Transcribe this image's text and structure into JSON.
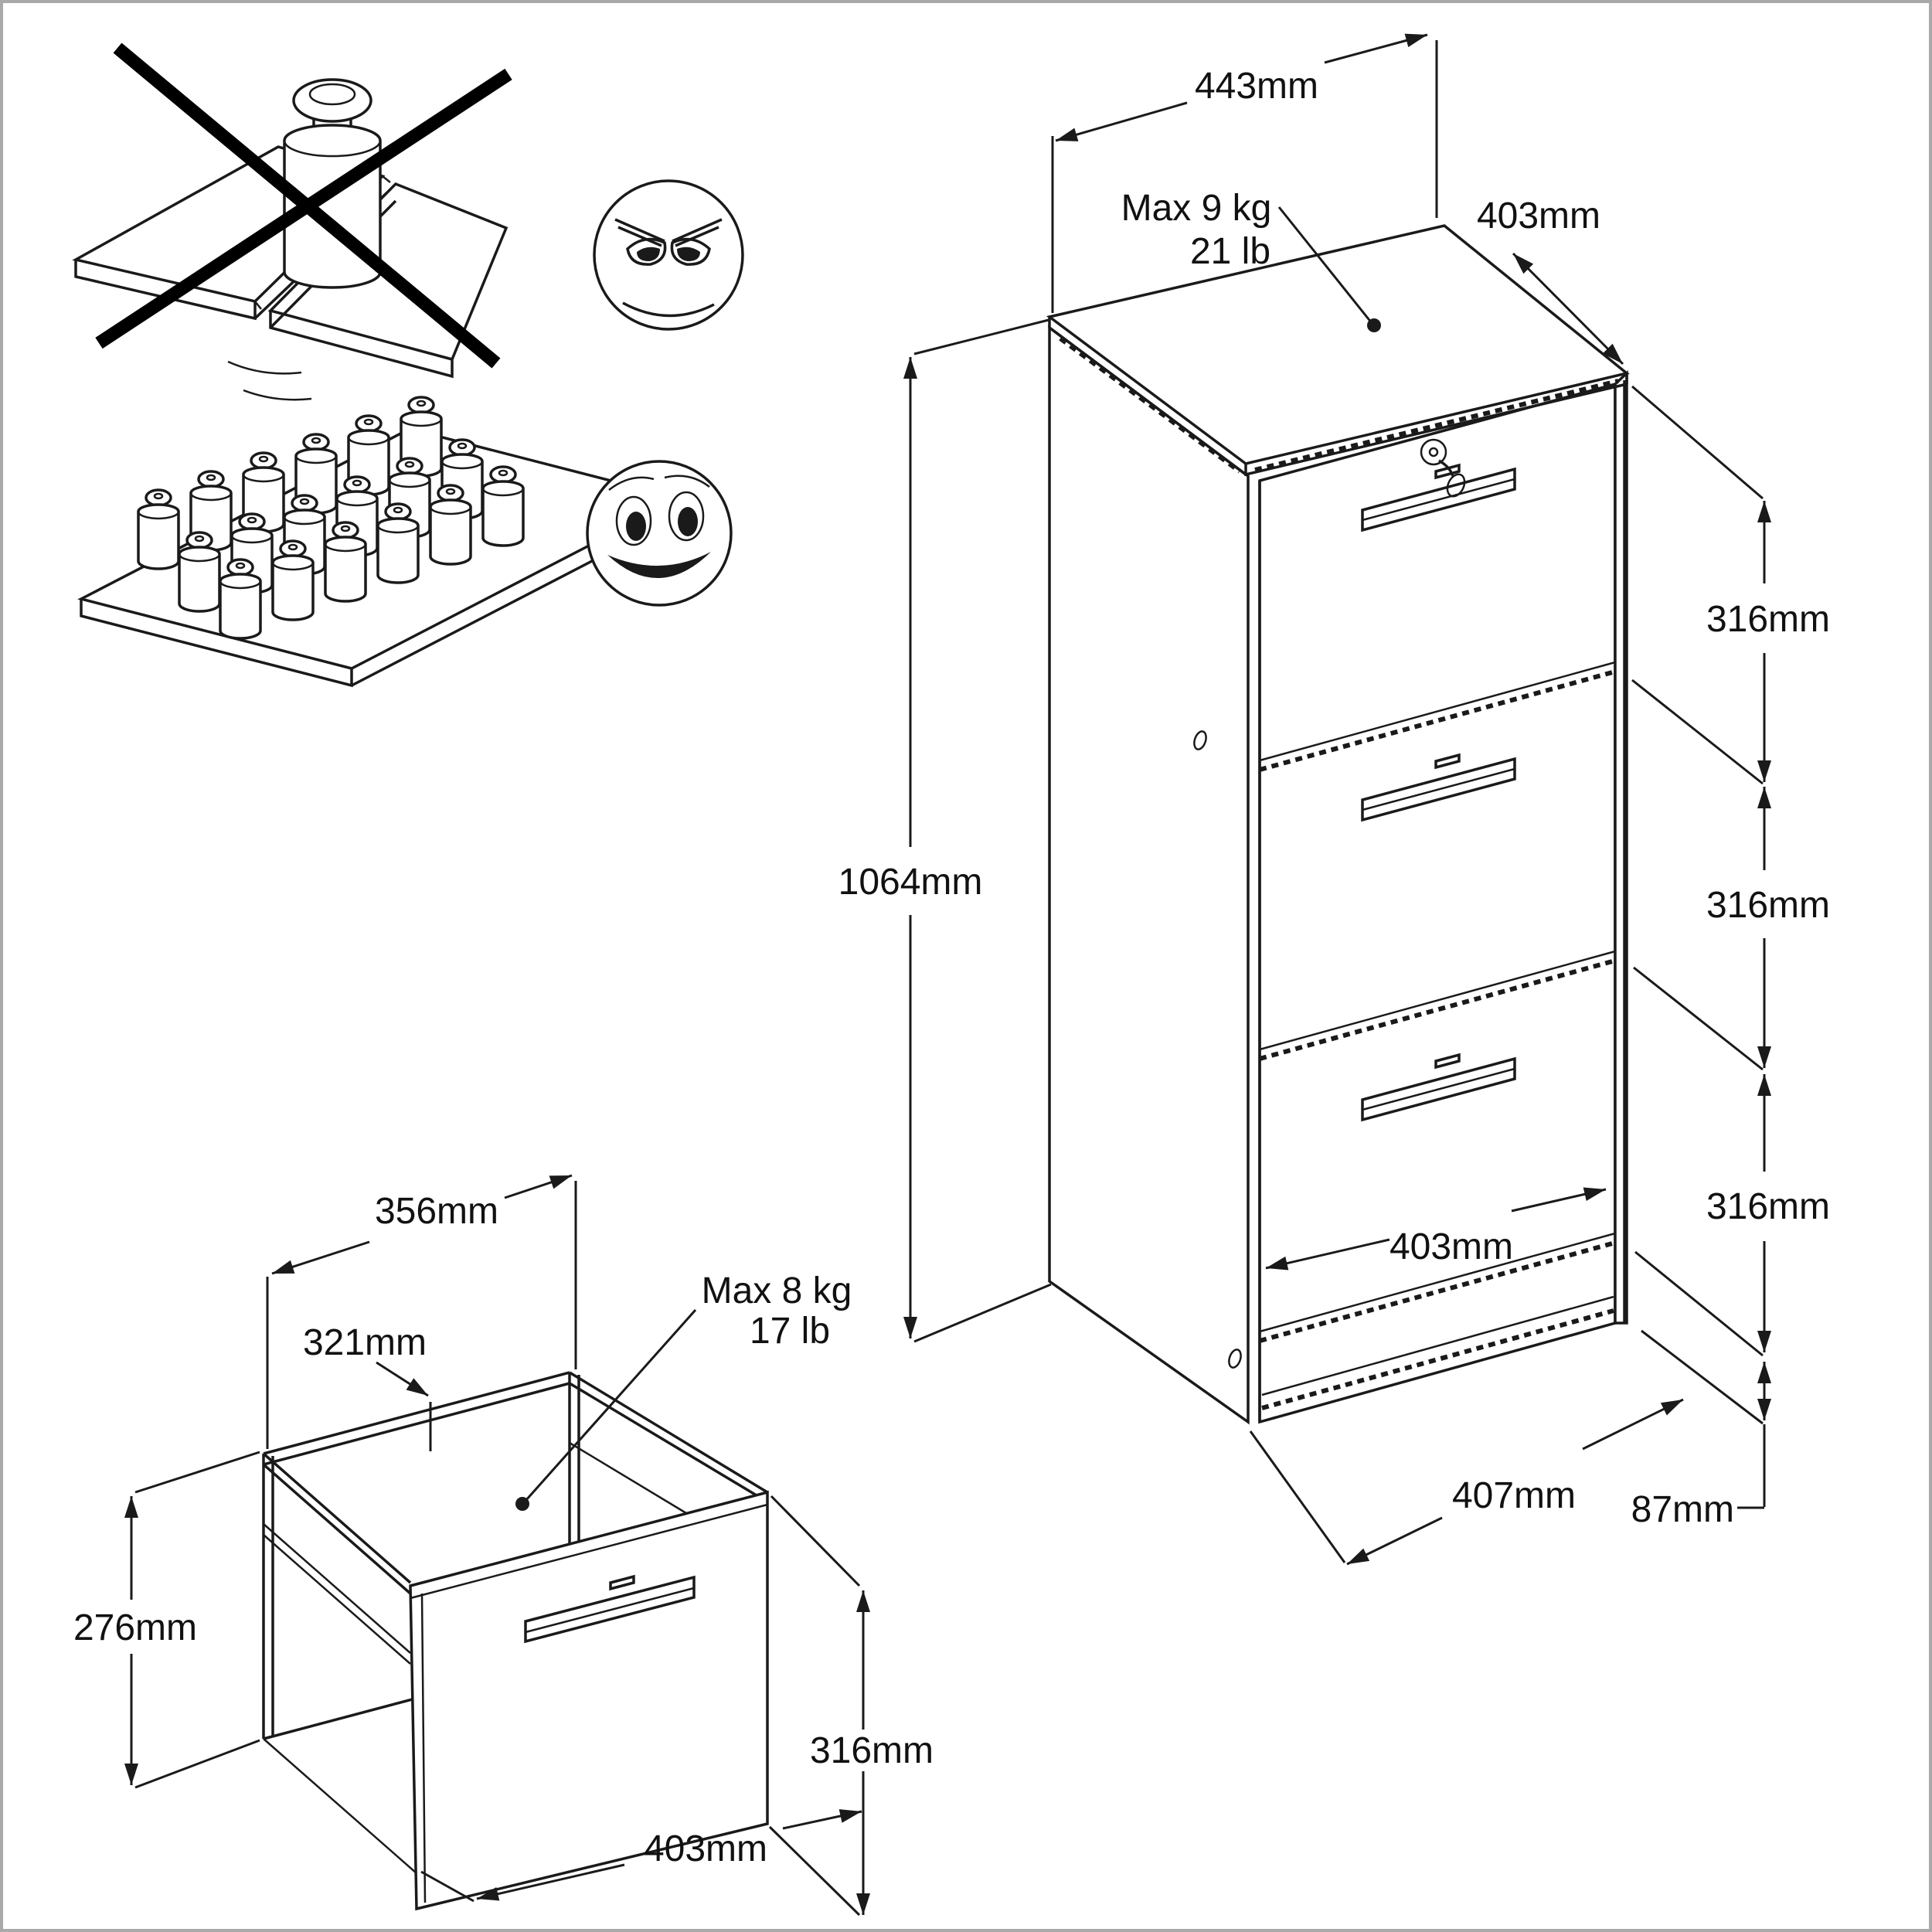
{
  "page": {
    "background_color": "#ffffff",
    "border_color": "#a9a9a9",
    "line_color": "#1a1a1a"
  },
  "warning_panel": {
    "wrong_way": {
      "icon": "single-heavy-weight-on-breaking-shelf-icon",
      "cross_icon": "big-x-cross-icon",
      "face_icon": "angry-face-icon"
    },
    "right_way": {
      "icon": "many-small-weights-on-shelf-icon",
      "face_icon": "smiley-face-icon"
    }
  },
  "cabinet": {
    "description": "three-drawer filing cabinet isometric view",
    "top_max_load_line1": "Max 9 kg",
    "top_max_load_line2": "21 lb",
    "width": "443mm",
    "depth": "403mm",
    "height": "1064mm",
    "drawer_spacing_top": "316mm",
    "drawer_spacing_middle": "316mm",
    "drawer_spacing_bottom": "316mm",
    "drawer_inner_width": "403mm",
    "base_width": "407mm",
    "plinth_height": "87mm"
  },
  "drawer_detail": {
    "description": "single drawer isometric view",
    "max_load_line1": "Max 8 kg",
    "max_load_line2": "17 lb",
    "top_depth": "356mm",
    "inner_width": "321mm",
    "back_height": "276mm",
    "front_height": "316mm",
    "front_width": "403mm"
  }
}
